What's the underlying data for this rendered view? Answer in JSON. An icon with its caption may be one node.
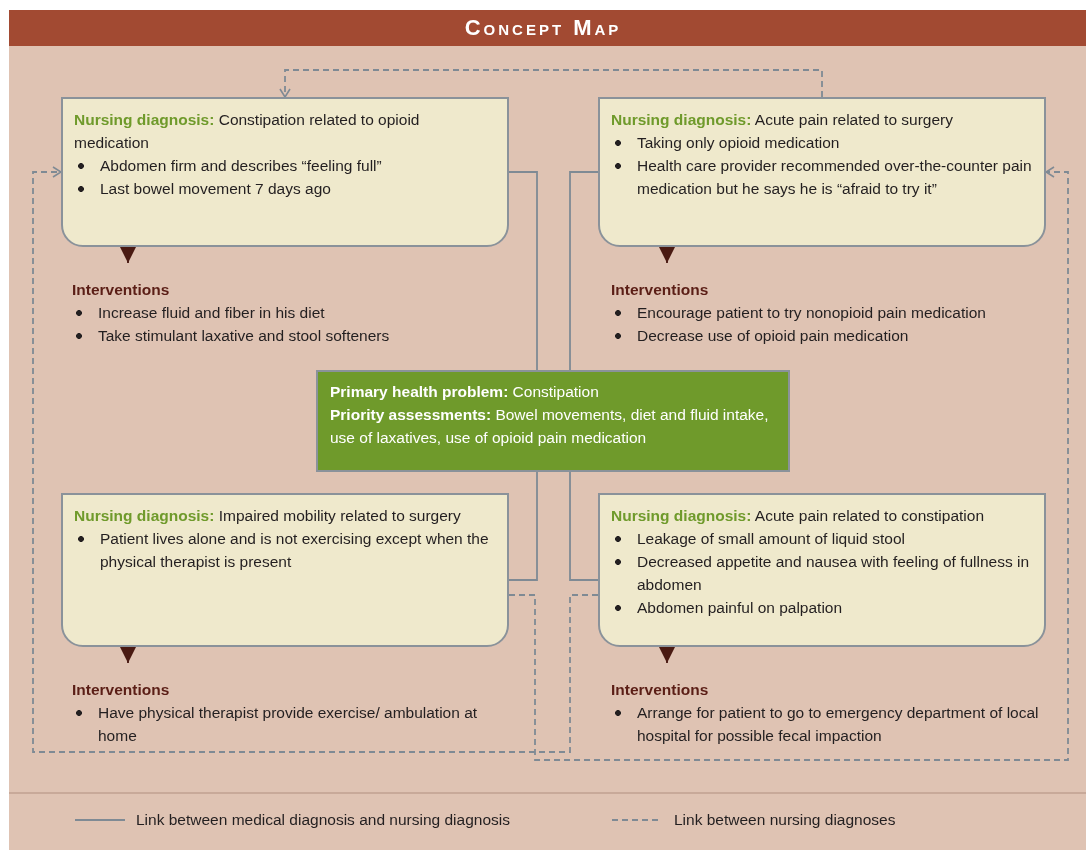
{
  "diagram": {
    "title": "Concept Map",
    "nodes": [
      {
        "text": [
          "**Nursing diagnosis:** Constipation related to opioid medication",
          "Abdomen firm and describes “feeling full”",
          "Last bowel movement 7 days ago"
        ]
      },
      {
        "text": [
          "**Nursing diagnosis:** Acute pain related to surgery",
          "Taking only opioid medication",
          "Health care provider recommended over-the-counter pain medication but he says he is “afraid to try it”"
        ]
      },
      {
        "text": [
          "Interventions",
          "Increase fluid and fiber in his diet",
          "Take stimulant laxative and stool softeners"
        ]
      },
      {
        "text": [
          "Interventions",
          "Encourage patient to try nonopioid pain medication",
          "Decrease use of opioid pain medication"
        ]
      },
      {
        "text": [
          "**Primary health problem:** Constipation",
          "**Priority assessments:** Bowel movements, diet and fluid intake, use of laxatives, use of opioid pain medication"
        ]
      },
      {
        "text": [
          "**Nursing diagnosis:** Impaired mobility related to surgery",
          "Patient lives alone and is not exercising except when the physical therapist is present"
        ]
      },
      {
        "text": [
          "**Nursing diagnosis:** Acute pain related to constipation",
          "Leakage of small amount of liquid stool",
          "Decreased appetite and nausea with feeling of fullness in abdomen",
          "Abdomen painful on palpation"
        ]
      },
      {
        "text": [
          "Interventions",
          "Have physical therapist provide exercise/ ambulation at home"
        ]
      },
      {
        "text": [
          "Interventions",
          "Arrange for patient to go to emergency department of local hospital for possible fecal impaction"
        ]
      }
    ],
    "edges": [
      {
        "from": 4,
        "to": 0,
        "arrow": "none"
      },
      {
        "from": 4,
        "to": 1,
        "arrow": "none"
      },
      {
        "from": 4,
        "to": 5,
        "arrow": "none"
      },
      {
        "from": 4,
        "to": 6,
        "arrow": "none"
      },
      {
        "from": 0,
        "to": 2,
        "arrow": "to",
        "color": "#4a1a12"
      },
      {
        "from": 1,
        "to": 3,
        "arrow": "to",
        "color": "#4a1a12"
      },
      {
        "from": 5,
        "to": 7,
        "arrow": "to",
        "color": "#4a1a12"
      },
      {
        "from": 6,
        "to": 8,
        "arrow": "to",
        "color": "#4a1a12"
      },
      {
        "from": 1,
        "to": 0,
        "arrow": "to",
        "style": "dashed"
      },
      {
        "from": 5,
        "to": 1,
        "arrow": "to",
        "style": "dashed"
      },
      {
        "from": 6,
        "to": 0,
        "arrow": "to",
        "style": "dashed"
      }
    ],
    "legend": [
      {
        "text": "Link between medical diagnosis and nursing diagnosis"
      },
      {
        "text": "Link between nursing diagnoses"
      }
    ]
  }
}
